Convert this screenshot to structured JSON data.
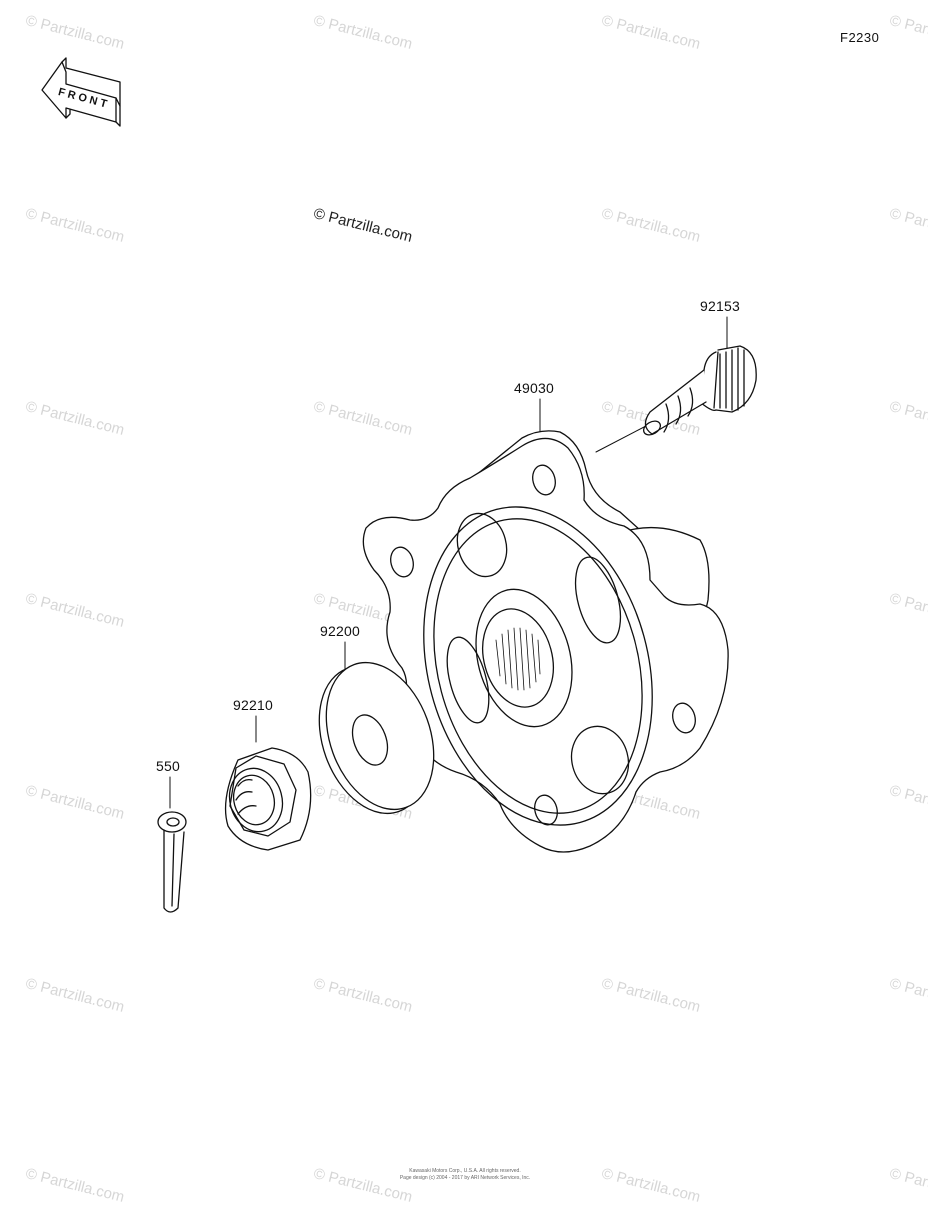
{
  "figure_code": "F2230",
  "front_label": "FRONT",
  "watermark": "© Partzilla.com",
  "parts": [
    {
      "id": "p-92153",
      "number": "92153",
      "name": "bolt"
    },
    {
      "id": "p-49030",
      "number": "49030",
      "name": "hub"
    },
    {
      "id": "p-92200",
      "number": "92200",
      "name": "washer"
    },
    {
      "id": "p-92210",
      "number": "92210",
      "name": "nut"
    },
    {
      "id": "p-550",
      "number": "550",
      "name": "cotter-pin"
    }
  ],
  "footer": {
    "line1": "Kawasaki Motors Corp., U.S.A. All rights reserved.",
    "line2": "Page design (c) 2004 - 2017 by ARI Network Services, Inc."
  }
}
